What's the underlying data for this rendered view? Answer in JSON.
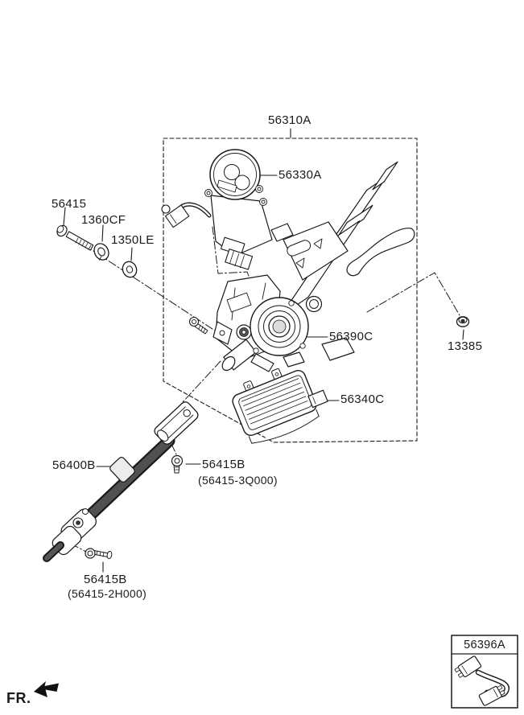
{
  "page": {
    "type": "parts-diagram",
    "background_color": "#ffffff",
    "line_color": "#1a1a1a",
    "shaft_fill_color": "#4a4a4a"
  },
  "labels": {
    "assembly": "56310A",
    "motor": "56330A",
    "bolt": "56415",
    "lock_washer": "1360CF",
    "washer": "1350LE",
    "column": "56390C",
    "nut": "13385",
    "ecu": "56340C",
    "intermediate_shaft": "56400B",
    "joint_bolt_upper": "56415B",
    "joint_bolt_upper_ref": "(56415-3Q000)",
    "joint_bolt_lower": "56415B",
    "joint_bolt_lower_ref": "(56415-2H000)",
    "inset_part": "56396A",
    "front_marker": "FR."
  }
}
